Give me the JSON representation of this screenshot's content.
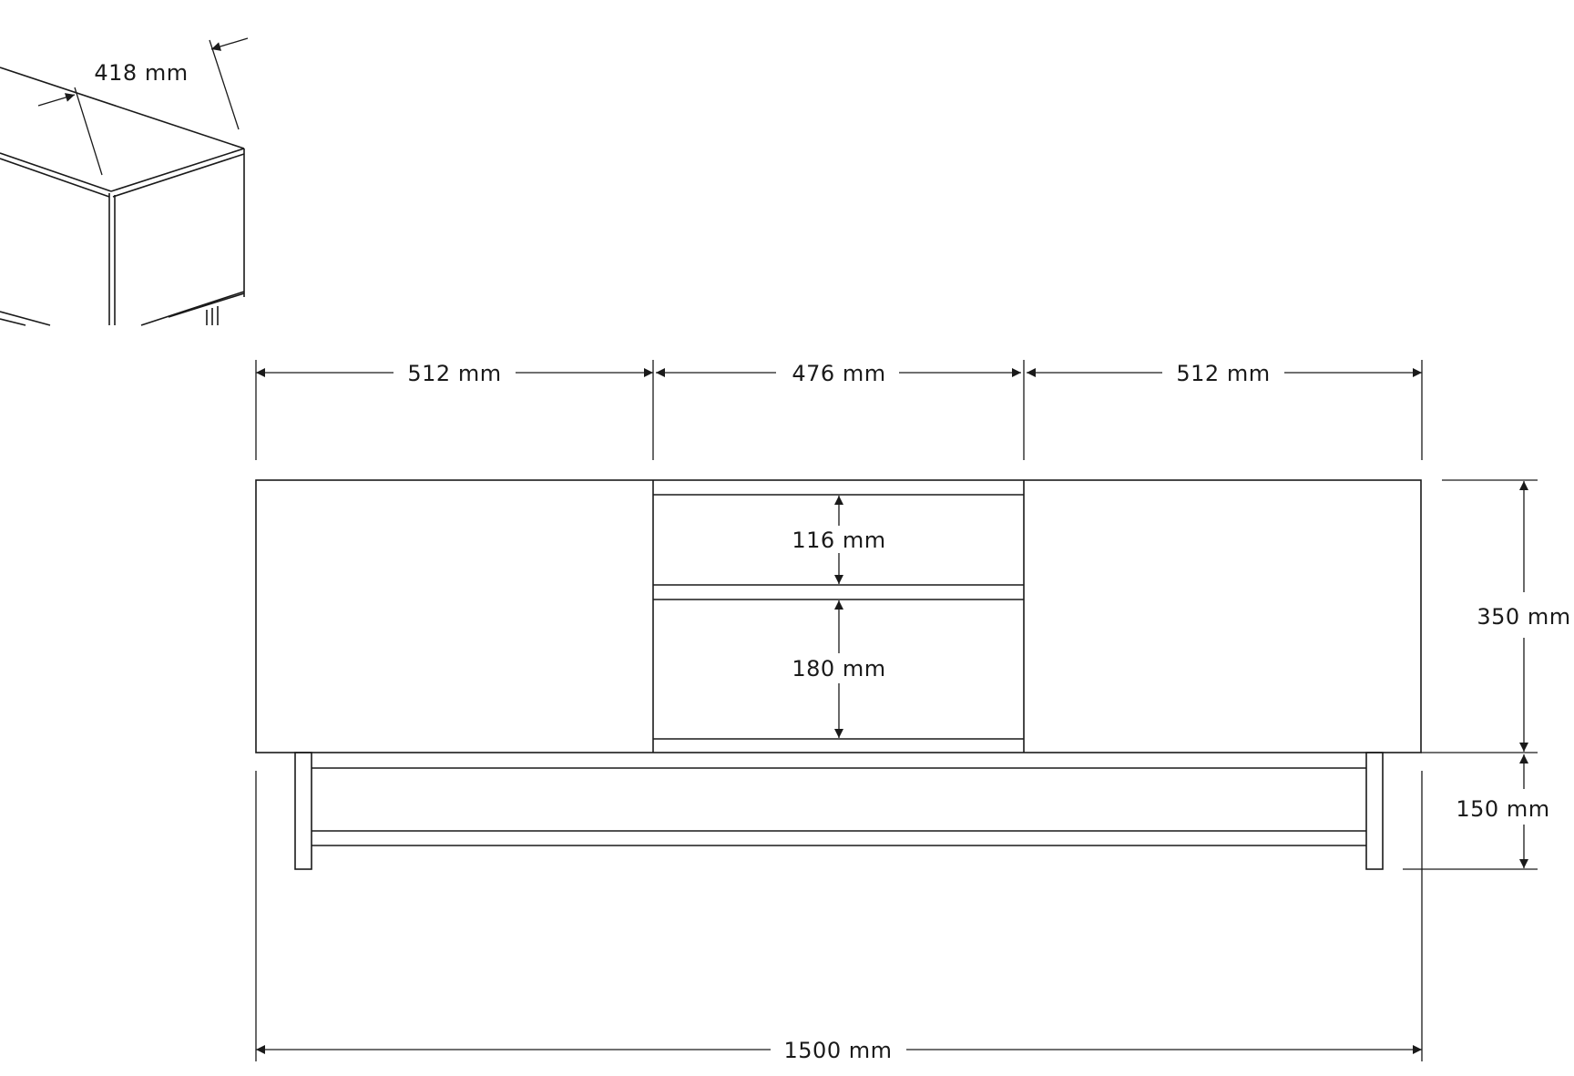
{
  "dimensions": {
    "depth": "418 mm",
    "left_section_width": "512 mm",
    "middle_section_width": "476 mm",
    "right_section_width": "512 mm",
    "upper_shelf_height": "116 mm",
    "lower_shelf_height": "180 mm",
    "body_height": "350 mm",
    "leg_height": "150 mm",
    "total_width": "1500 mm"
  },
  "colors": {
    "line": "#1a1a1a",
    "background": "#ffffff"
  }
}
